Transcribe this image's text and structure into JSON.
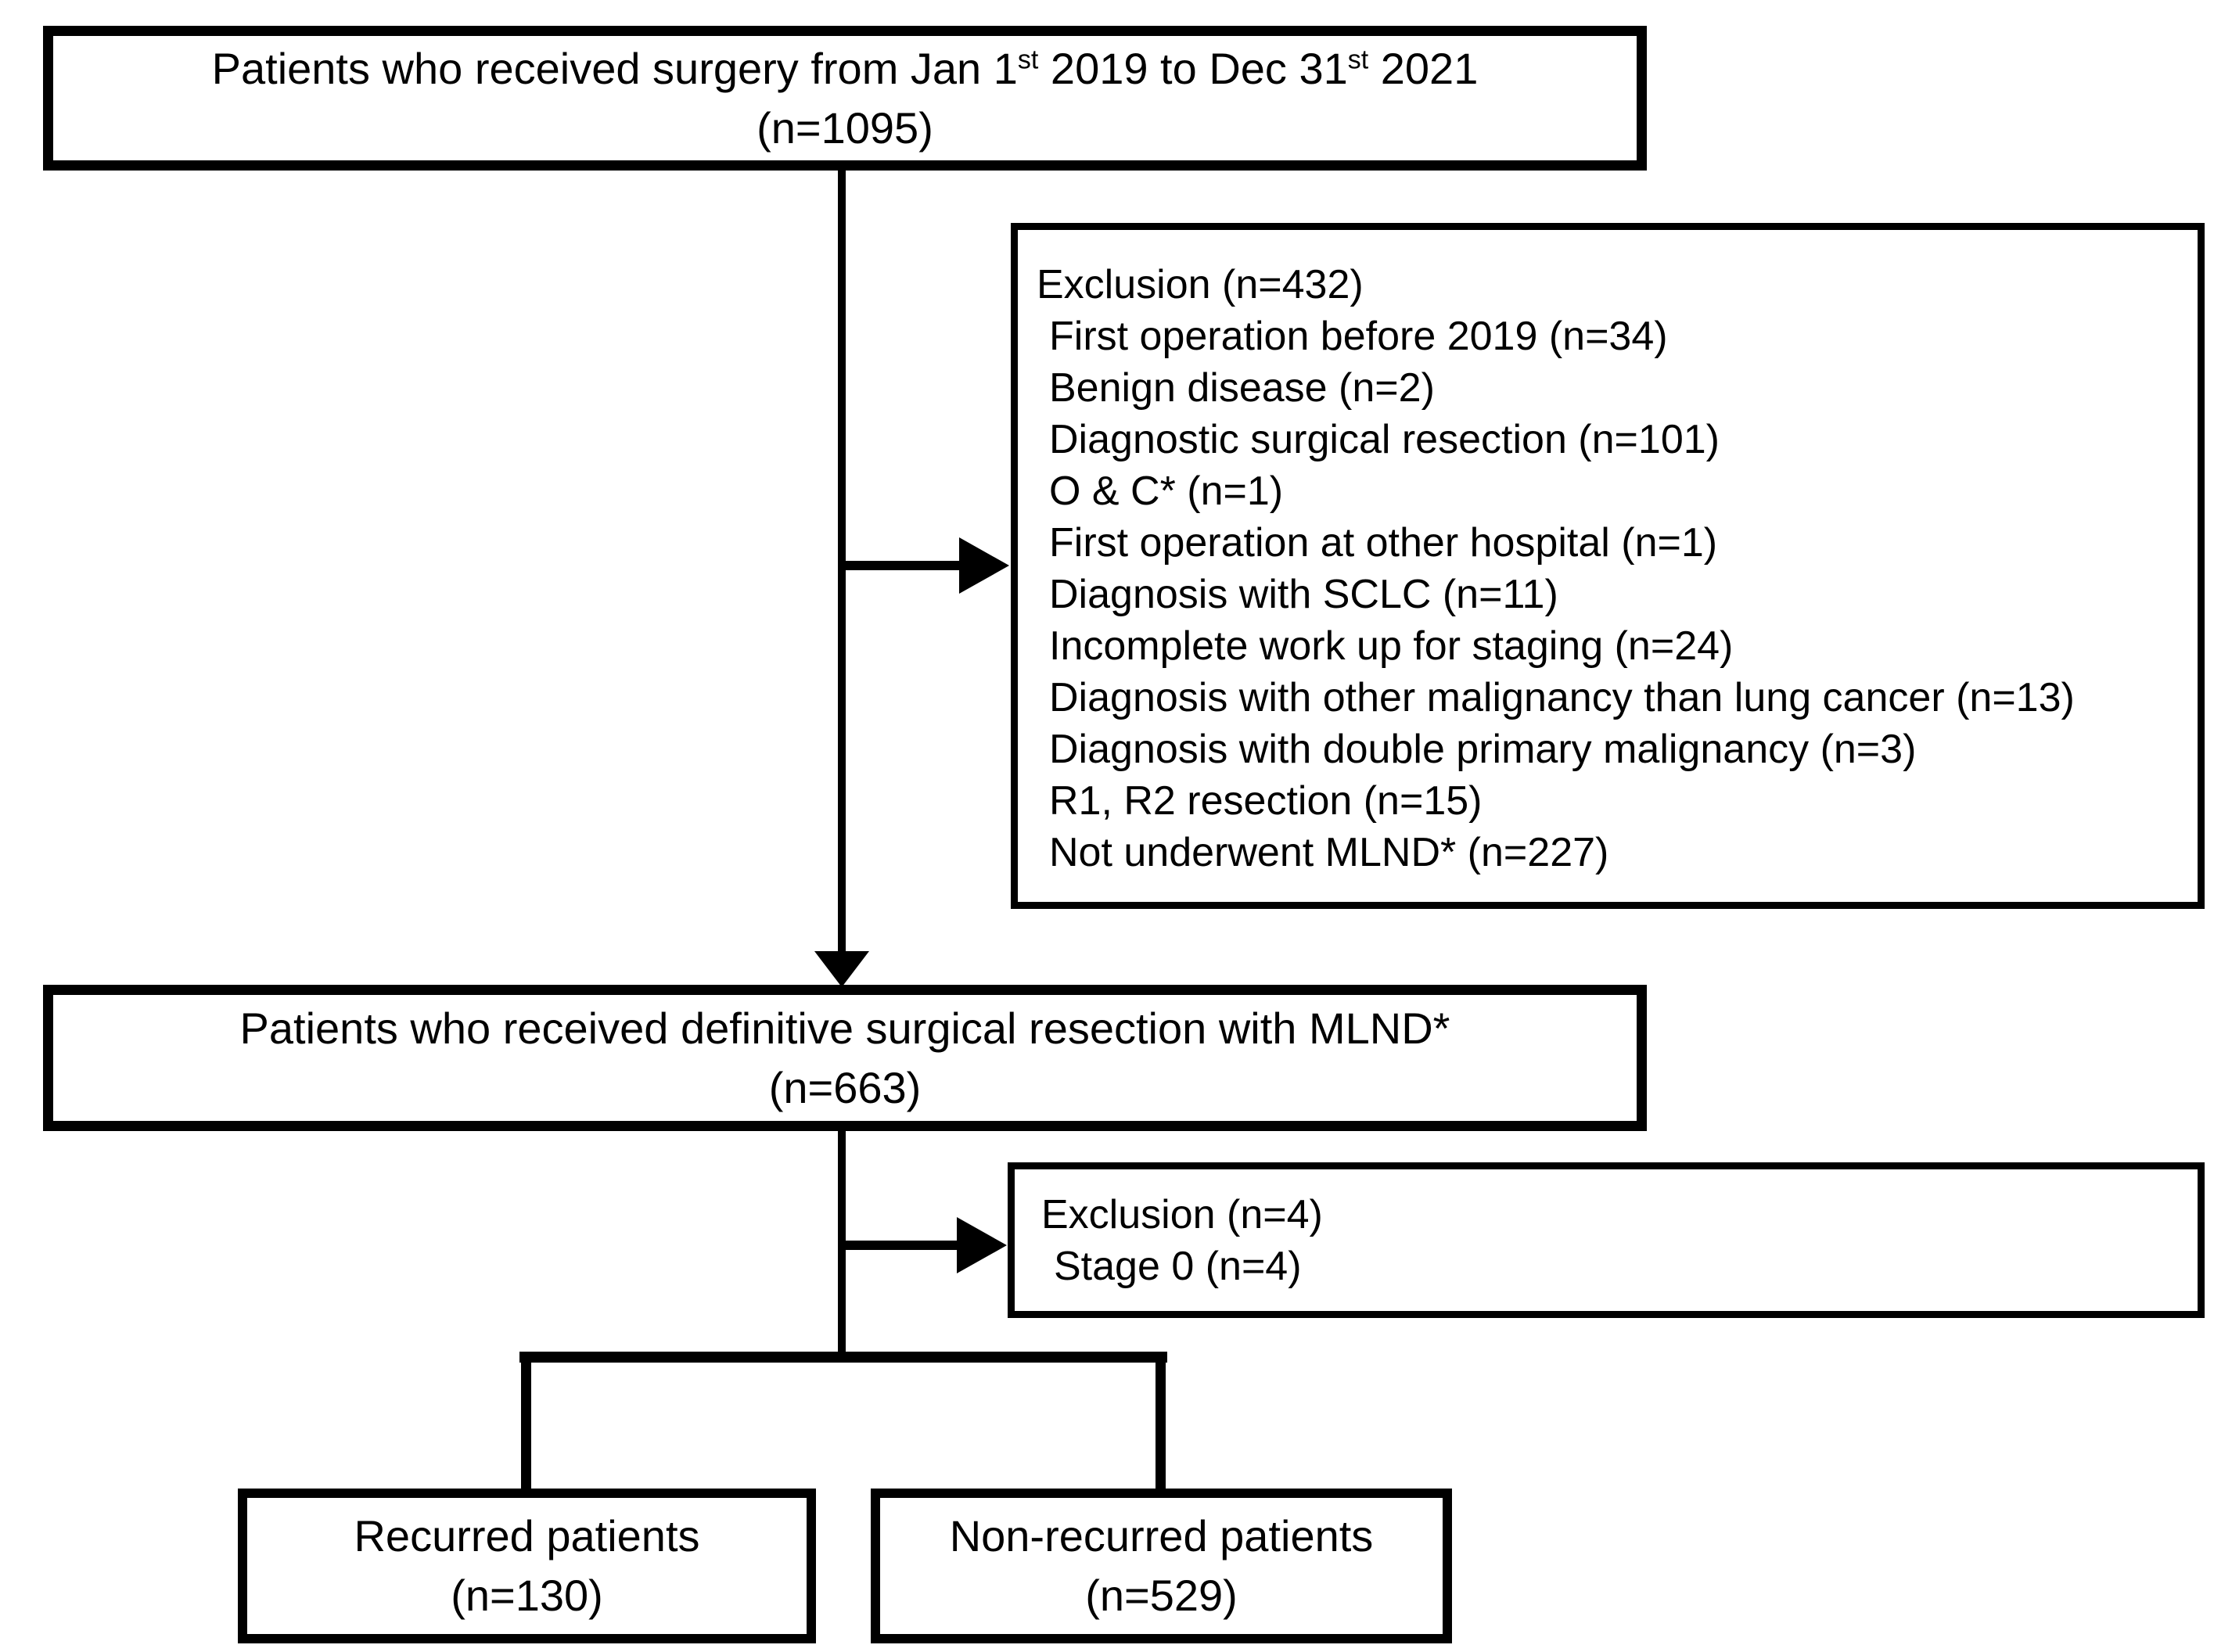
{
  "figure": {
    "background_color": "#ffffff",
    "line_color": "#000000"
  },
  "top_box": {
    "line1_parts": [
      "Patients who received surgery from Jan 1",
      "st",
      " 2019 to Dec 31",
      "st",
      " 2021"
    ],
    "count": "(n=1095)"
  },
  "exclusion_box_1": {
    "title": "Exclusion (n=432)",
    "items": [
      "First operation before 2019 (n=34)",
      "Benign disease (n=2)",
      "Diagnostic surgical resection (n=101)",
      "O & C* (n=1)",
      "First operation at other hospital (n=1)",
      "Diagnosis with SCLC (n=11)",
      "Incomplete work up for staging (n=24)",
      "Diagnosis with other malignancy than lung cancer (n=13)",
      "Diagnosis with double primary malignancy (n=3)",
      "R1, R2 resection (n=15)",
      "Not underwent MLND* (n=227)"
    ]
  },
  "middle_box": {
    "line1": "Patients who received definitive surgical resection with MLND*",
    "count": "(n=663)"
  },
  "exclusion_box_2": {
    "title": "Exclusion (n=4)",
    "items": [
      "Stage 0 (n=4)"
    ]
  },
  "recurred_box": {
    "label": "Recurred patients",
    "count": "(n=130)"
  },
  "non_recurred_box": {
    "label": "Non-recurred patients",
    "count": "(n=529)"
  }
}
